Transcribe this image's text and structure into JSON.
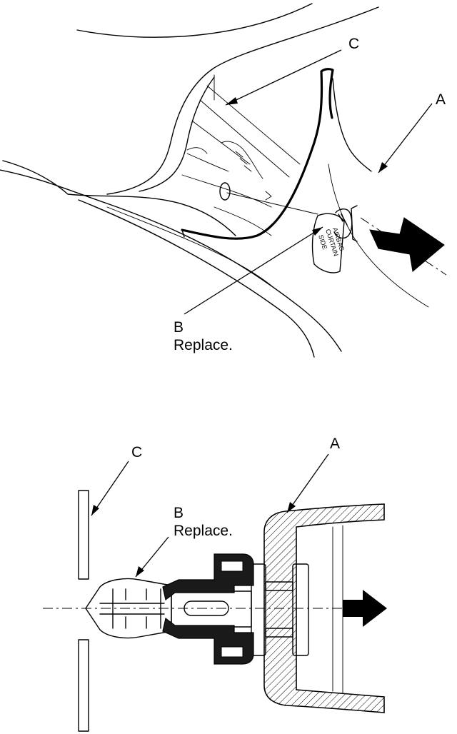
{
  "top_view": {
    "label_a": "A",
    "label_b": "B",
    "label_b_note": "Replace.",
    "label_c": "C",
    "tag_text": [
      "SIDE",
      "CURTAIN",
      "AIRBAG"
    ]
  },
  "section_view": {
    "label_a": "A",
    "label_b": "B",
    "label_b_note": "Replace.",
    "label_c": "C"
  },
  "colors": {
    "ink": "#000000",
    "background": "#ffffff"
  }
}
